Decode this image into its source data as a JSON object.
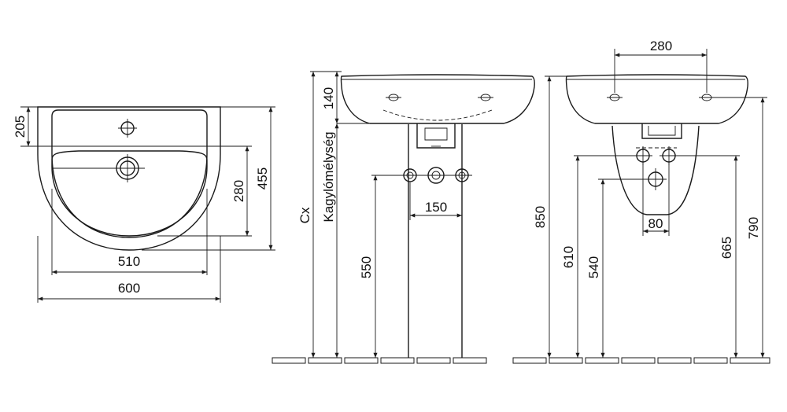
{
  "plan_view": {
    "dim_205": "205",
    "dim_280": "280",
    "dim_455": "455",
    "dim_510": "510",
    "dim_600": "600"
  },
  "front_view": {
    "dim_140": "140",
    "label_cx": "Cx",
    "label_depth": "Kagylómélység",
    "dim_150": "150",
    "dim_550": "550"
  },
  "side_view": {
    "dim_280": "280",
    "dim_850": "850",
    "dim_80": "80",
    "dim_610": "610",
    "dim_540": "540",
    "dim_665": "665",
    "dim_790": "790"
  }
}
